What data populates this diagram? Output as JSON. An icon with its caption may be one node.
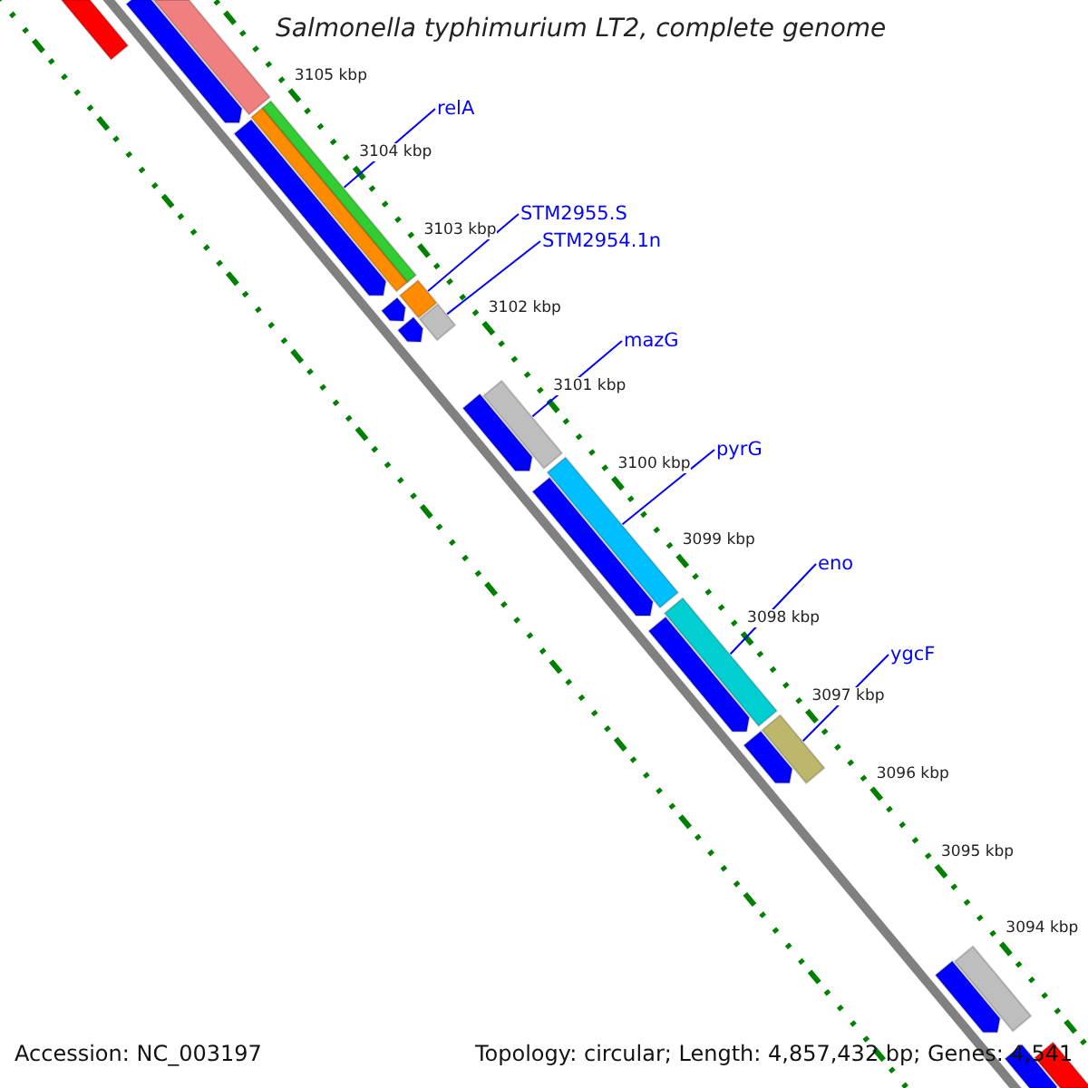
{
  "diagram": {
    "title": "Salmonella typhimurium LT2, complete genome",
    "nodes": [
      {
        "text": [
          "relA"
        ]
      },
      {
        "text": [
          "STM2955.S"
        ]
      },
      {
        "text": [
          "STM2954.1n"
        ]
      },
      {
        "text": [
          "mazG"
        ]
      },
      {
        "text": [
          "pyrG"
        ]
      },
      {
        "text": [
          "eno"
        ]
      },
      {
        "text": [
          "ygcF"
        ]
      },
      {
        "text": [],
        "shape": "bar"
      },
      {
        "text": [],
        "shape": "bar"
      },
      {
        "text": [],
        "shape": "arrow"
      },
      {
        "text": [],
        "shape": "bar"
      },
      {
        "text": [],
        "shape": "bar"
      },
      {
        "text": [],
        "shape": "arrow"
      },
      {
        "text": [],
        "shape": "bar"
      },
      {
        "text": [],
        "shape": "bar"
      },
      {
        "text": [],
        "shape": "arrow"
      },
      {
        "text": [],
        "shape": "arrow"
      },
      {
        "text": [],
        "shape": "bar"
      },
      {
        "text": [],
        "shape": "arrow"
      },
      {
        "text": [],
        "shape": "bar"
      },
      {
        "text": [],
        "shape": "arrow"
      },
      {
        "text": [],
        "shape": "bar"
      },
      {
        "text": [],
        "shape": "arrow"
      },
      {
        "text": [],
        "shape": "bar"
      },
      {
        "text": [],
        "shape": "arrow"
      },
      {
        "text": [],
        "shape": "bar"
      },
      {
        "text": [],
        "shape": "arrow"
      },
      {
        "text": [],
        "shape": "bar"
      },
      {
        "text": [],
        "shape": "arrow"
      }
    ],
    "edges": [
      {
        "from": 0,
        "to": 11,
        "arrow": "none"
      },
      {
        "from": 1,
        "to": 13,
        "arrow": "none"
      },
      {
        "from": 2,
        "to": 14,
        "arrow": "none"
      },
      {
        "from": 3,
        "to": 17,
        "arrow": "none"
      },
      {
        "from": 4,
        "to": 19,
        "arrow": "none"
      },
      {
        "from": 5,
        "to": 21,
        "arrow": "none"
      },
      {
        "from": 6,
        "to": 23,
        "arrow": "none"
      }
    ],
    "labels": [
      "3105 kbp",
      "3104 kbp",
      "3103 kbp",
      "3102 kbp",
      "3101 kbp",
      "3100 kbp",
      "3099 kbp",
      "3098 kbp",
      "3097 kbp",
      "3096 kbp",
      "3095 kbp",
      "3094 kbp",
      "Accession: NC_003197",
      "Topology: circular; Length: 4,857,432 bp; Genes: 4,541"
    ]
  }
}
